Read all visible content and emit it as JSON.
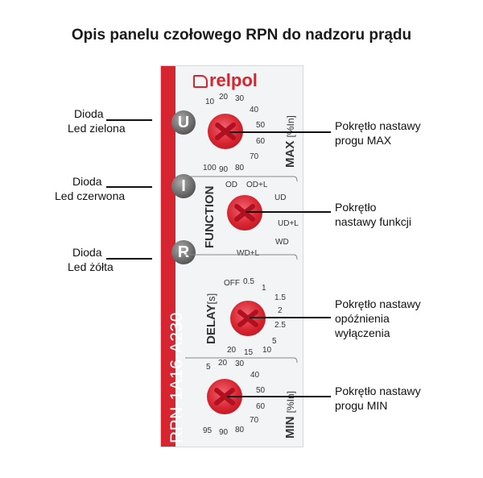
{
  "title": "Opis panelu czołowego RPN do nadzoru prądu",
  "panel": {
    "brand": "relpol",
    "model": "RPN-1A16-A230",
    "leds": [
      "U",
      "I",
      "R"
    ],
    "max_dial": {
      "label": "MAX",
      "unit": "[%In]",
      "scale": [
        "10",
        "20",
        "30",
        "40",
        "50",
        "60",
        "70",
        "80",
        "90",
        "100"
      ]
    },
    "function_dial": {
      "label": "FUNCTION",
      "scale": [
        "OD",
        "OD+L",
        "UD",
        "UD+L",
        "WD",
        "WD+L"
      ]
    },
    "delay_dial": {
      "label": "DELAY",
      "unit": "[s]",
      "scale": [
        "OFF",
        "0.5",
        "1",
        "1.5",
        "2",
        "2.5",
        "5",
        "10",
        "15",
        "20"
      ]
    },
    "min_dial": {
      "label": "MIN",
      "unit": "[%In]",
      "scale": [
        "5",
        "20",
        "30",
        "40",
        "50",
        "60",
        "70",
        "80",
        "90",
        "95"
      ]
    }
  },
  "callouts": {
    "led_green": [
      "Dioda",
      "Led zielona"
    ],
    "led_red": [
      "Dioda",
      "Led czerwona"
    ],
    "led_yellow": [
      "Dioda",
      "Led żółta"
    ],
    "knob_max": [
      "Pokrętło nastawy",
      "progu MAX"
    ],
    "knob_function": [
      "Pokrętło",
      "nastawy funkcji"
    ],
    "knob_delay": [
      "Pokrętło nastawy",
      "opóźnienia",
      "wyłączenia"
    ],
    "knob_min": [
      "Pokrętło nastawy",
      "progu MIN"
    ]
  }
}
